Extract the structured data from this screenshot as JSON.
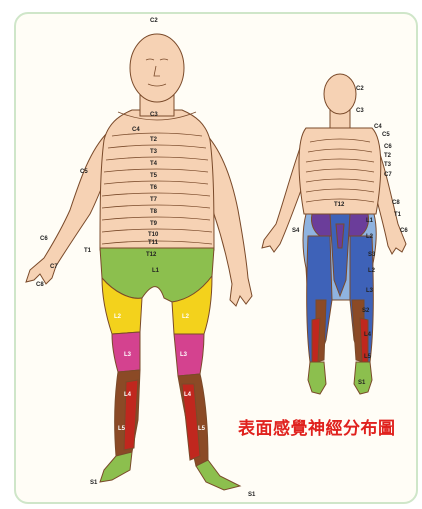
{
  "title": "表面感覺神經分布圖",
  "colors": {
    "skin": "#f6d2b4",
    "outline": "#7a4a2a",
    "green": "#8cbf4e",
    "yellow": "#f3d21c",
    "magenta": "#d4428f",
    "brown": "#8b4a26",
    "red": "#c0271e",
    "blue": "#3e62b8",
    "purple": "#6b3d9a",
    "light_blue": "#8fb3e0",
    "title_red": "#e0221e"
  },
  "front_labels": {
    "c2": "C2",
    "c3": "C3",
    "c4": "C4",
    "c5": "C5",
    "c6": "C6",
    "c7": "C7",
    "c8": "C8",
    "t1": "T1",
    "t2": "T2",
    "t3": "T3",
    "t4": "T4",
    "t5": "T5",
    "t6": "T6",
    "t7": "T7",
    "t8": "T8",
    "t9": "T9",
    "t10": "T10",
    "t11": "T11",
    "t12": "T12",
    "l1": "L1",
    "l2a": "L2",
    "l2b": "L2",
    "l3a": "L3",
    "l3b": "L3",
    "l4a": "L4",
    "l4b": "L4",
    "l5a": "L5",
    "l5b": "L5",
    "s1a": "S1",
    "s1b": "S1"
  },
  "back_labels": {
    "c2": "C2",
    "c3": "C3",
    "c4": "C4",
    "c5": "C5",
    "c6a": "C6",
    "t2": "T2",
    "t3": "T3",
    "c7": "C7",
    "c8": "C8",
    "t1": "T1",
    "c6b": "C6",
    "t12": "T12",
    "l1": "L1",
    "l2a": "L2",
    "l2b": "L2",
    "s4": "S4",
    "s3": "S3",
    "l3": "L3",
    "s2": "S2",
    "l4": "L4",
    "l5": "L5",
    "s1": "S1"
  }
}
